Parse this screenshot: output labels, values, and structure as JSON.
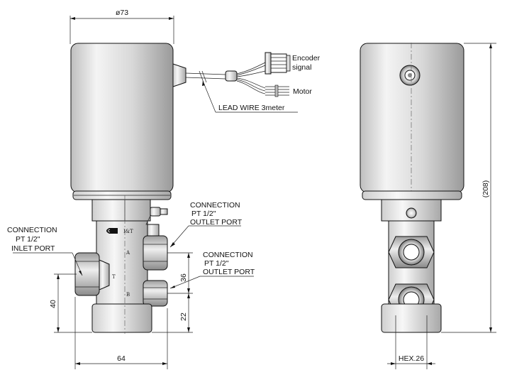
{
  "labels": {
    "dim_diameter": "ø73",
    "encoder_signal": [
      "Encoder",
      "signal"
    ],
    "motor": "Motor",
    "lead_wire": "LEAD WIRE 3meter",
    "connection_inlet": [
      "CONNECTION",
      "PT 1/2\"",
      "INLET PORT"
    ],
    "connection_outlet_a": [
      "CONNECTION",
      "PT 1/2\"",
      "OUTLET PORT"
    ],
    "connection_outlet_b": [
      "CONNECTION",
      "PT 1/2\"",
      "OUTLET PORT"
    ],
    "brand": "I&T",
    "port_a": "A",
    "port_t": "T",
    "port_b": "B",
    "dim_36": "36",
    "dim_22": "22",
    "dim_40": "40",
    "dim_64": "64",
    "dim_208": "(208)",
    "dim_hex": "HEX.26"
  }
}
